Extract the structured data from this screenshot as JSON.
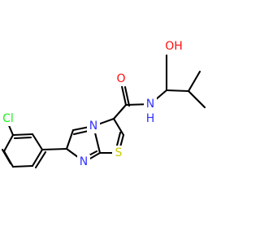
{
  "colors": {
    "carbon": "#000000",
    "nitrogen": "#3333FF",
    "oxygen": "#FF0D0D",
    "sulfur": "#CCCC00",
    "chlorine": "#1FF01F",
    "background": "#FFFFFF"
  },
  "atoms": {
    "chlorine": "Cl",
    "hydroxyl": "OH",
    "carbonyl_oxygen": "O",
    "amide_nitrogen": "N",
    "amide_hydrogen": "H",
    "bridgehead_nitrogen": "N",
    "imine_nitrogen": "N",
    "sulfur": "S"
  }
}
